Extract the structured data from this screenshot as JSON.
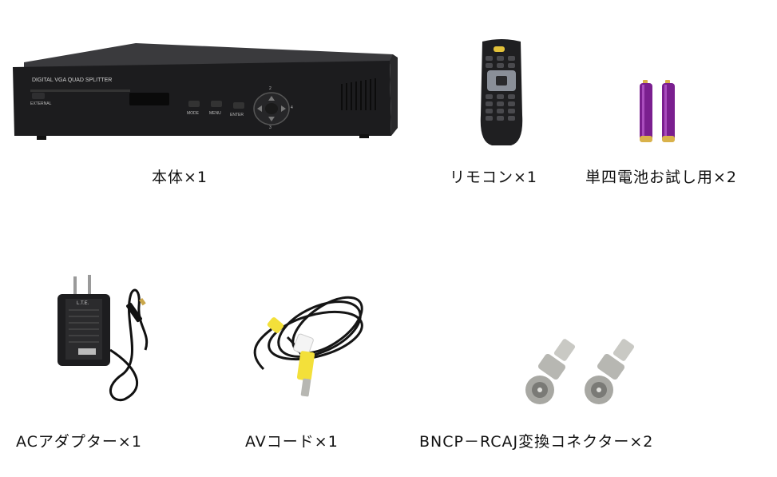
{
  "items": {
    "dvr": {
      "caption": "本体×1",
      "label_model": "DIGITAL VGA QUAD SPLITTER",
      "label_external": "EXTERNAL",
      "label_mode": "MODE",
      "label_menu": "MENU",
      "label_enter": "ENTER",
      "label_up": "2",
      "label_down": "3",
      "label_right": "4"
    },
    "remote": {
      "caption": "リモコン×1"
    },
    "batteries": {
      "caption": "単四電池お試し用×2"
    },
    "adapter": {
      "caption": "ACアダプター×1",
      "brand": "L.T.E."
    },
    "av_cord": {
      "caption": "AVコード×1"
    },
    "bnc": {
      "caption": "BNCP－RCAJ変換コネクター×2"
    }
  },
  "colors": {
    "device_black": "#1c1c1e",
    "battery_purple": "#7a1f8f",
    "battery_gold": "#d9b24a",
    "rca_yellow": "#f3e03a",
    "rca_white": "#f4f4f4",
    "metal": "#b7b7b2"
  }
}
